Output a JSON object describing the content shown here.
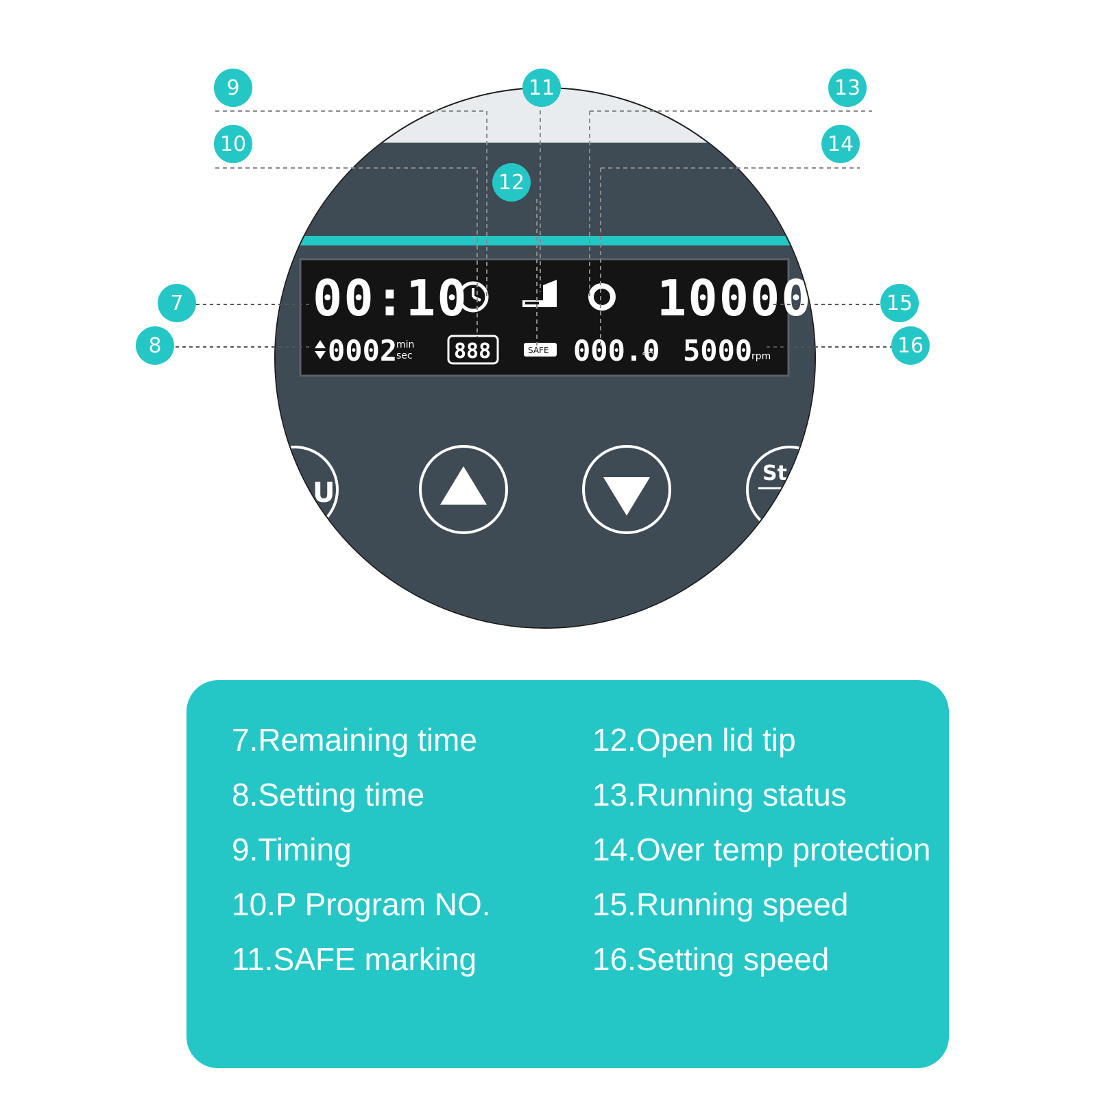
{
  "colors": {
    "teal": "#25c6c6",
    "panel_gray": "#3e4a54",
    "lcd_black": "#141414",
    "outline": "#1c1c1c"
  },
  "display": {
    "remaining_time": "00:10",
    "setting_time": "0002",
    "time_units": [
      "min",
      "sec"
    ],
    "program_no": "888",
    "safe_label": "SAFE",
    "temperature": "000.0",
    "temp_unit": "°C",
    "running_speed": "10000",
    "setting_speed": "5000",
    "speed_unit": "rpm",
    "menu_fragment": "U",
    "start_fragment": "St"
  },
  "icons": {
    "timing": "clock-icon",
    "open_lid": "open-lid-icon",
    "running_status": "ring-icon",
    "safe": "safe-icon",
    "up": "up-arrow-icon",
    "down": "down-arrow-icon",
    "setting_arrows": "up-down-arrows-icon"
  },
  "callouts": [
    "7",
    "8",
    "9",
    "10",
    "11",
    "12",
    "13",
    "14",
    "15",
    "16"
  ],
  "legend": {
    "left": [
      {
        "num": "7.",
        "label": "Remaining time"
      },
      {
        "num": "8.",
        "label": "Setting time"
      },
      {
        "num": "9.",
        "label": "Timing"
      },
      {
        "num": "10.",
        "label": "P Program NO."
      },
      {
        "num": "11.",
        "label": "SAFE marking"
      }
    ],
    "right": [
      {
        "num": "12.",
        "label": "Open lid tip"
      },
      {
        "num": "13.",
        "label": "Running status"
      },
      {
        "num": "14.",
        "label": "Over temp protection"
      },
      {
        "num": "15.",
        "label": "Running speed"
      },
      {
        "num": "16.",
        "label": "Setting speed"
      }
    ]
  }
}
